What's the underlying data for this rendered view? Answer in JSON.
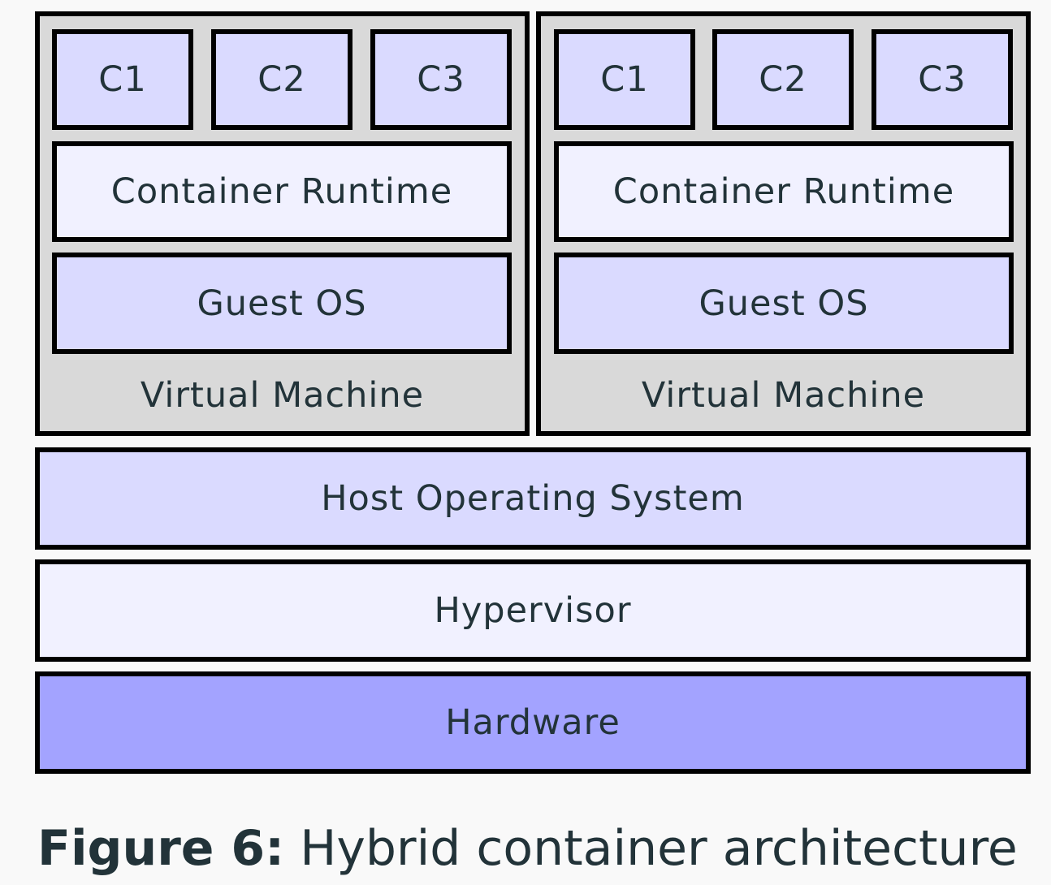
{
  "vms": [
    {
      "containers": [
        "C1",
        "C2",
        "C3"
      ],
      "runtime": "Container Runtime",
      "guest_os": "Guest OS",
      "label": "Virtual Machine"
    },
    {
      "containers": [
        "C1",
        "C2",
        "C3"
      ],
      "runtime": "Container Runtime",
      "guest_os": "Guest OS",
      "label": "Virtual Machine"
    }
  ],
  "host_os": "Host Operating System",
  "hypervisor": "Hypervisor",
  "hardware": "Hardware",
  "caption": {
    "number": "Figure 6:",
    "text": "Hybrid container architecture"
  },
  "colors": {
    "light": "#f1f1ff",
    "mid": "#dadaff",
    "dark": "#a3a3ff",
    "vm_background": "#d9d9d9",
    "border": "#000000"
  }
}
